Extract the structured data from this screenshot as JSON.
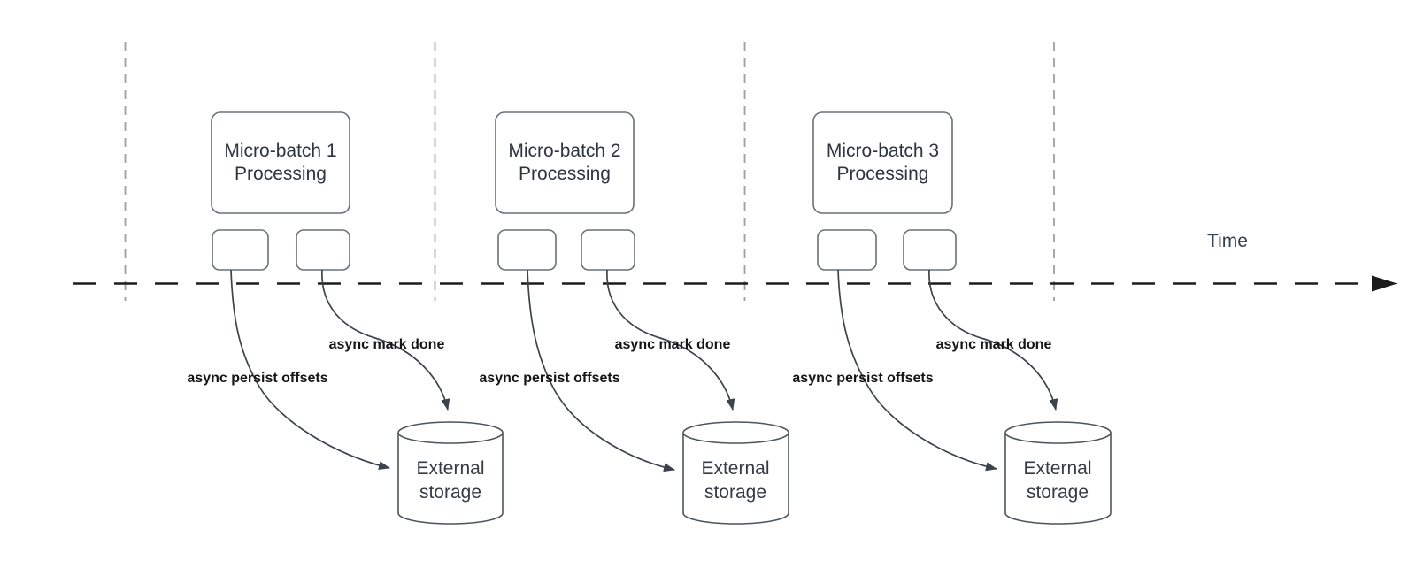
{
  "diagram": {
    "time_axis_label": "Time",
    "groups": [
      {
        "box_label": "Micro-batch 1 Processing",
        "persist_arrow_label": "async persist offsets",
        "mark_done_arrow_label": "async mark done",
        "storage_label": "External storage"
      },
      {
        "box_label": "Micro-batch 2 Processing",
        "persist_arrow_label": "async persist offsets",
        "mark_done_arrow_label": "async mark done",
        "storage_label": "External storage"
      },
      {
        "box_label": "Micro-batch 3 Processing",
        "persist_arrow_label": "async persist offsets",
        "mark_done_arrow_label": "async mark done",
        "storage_label": "External storage"
      }
    ],
    "colors": {
      "time_axis": "#1c1c1c",
      "interval_divider": "#9e9e9e",
      "shape_border": "#6a7077",
      "cylinder_border": "#4d545d",
      "arrow": "#3d434d",
      "edge_label_text": "#151515",
      "node_text": "#2e353f"
    }
  }
}
